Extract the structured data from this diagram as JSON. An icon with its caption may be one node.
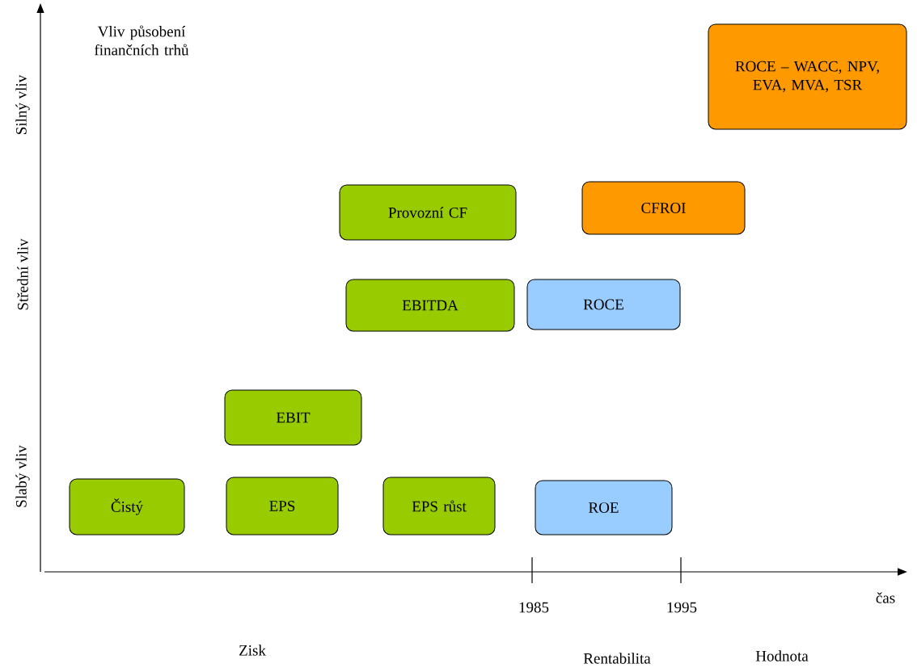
{
  "diagram": {
    "nodes": [
      {
        "text": [
          "ROCE – WACC, NPV, EVA, MVA, TSR"
        ]
      },
      {
        "text": [
          "Provozní CF"
        ]
      },
      {
        "text": [
          "CFROI"
        ]
      },
      {
        "text": [
          "EBITDA"
        ]
      },
      {
        "text": [
          "ROCE"
        ]
      },
      {
        "text": [
          "EBIT"
        ]
      },
      {
        "text": [
          "Čistý"
        ]
      },
      {
        "text": [
          "EPS"
        ]
      },
      {
        "text": [
          "EPS růst"
        ]
      },
      {
        "text": [
          "ROE"
        ]
      }
    ],
    "labels": [
      "Vliv působení finančních trhů",
      "Silný vliv",
      "Střední vliv",
      "Slabý vliv",
      "1985",
      "1995",
      "čas",
      "Zisk",
      "Rentabilita",
      "Hodnota"
    ]
  }
}
